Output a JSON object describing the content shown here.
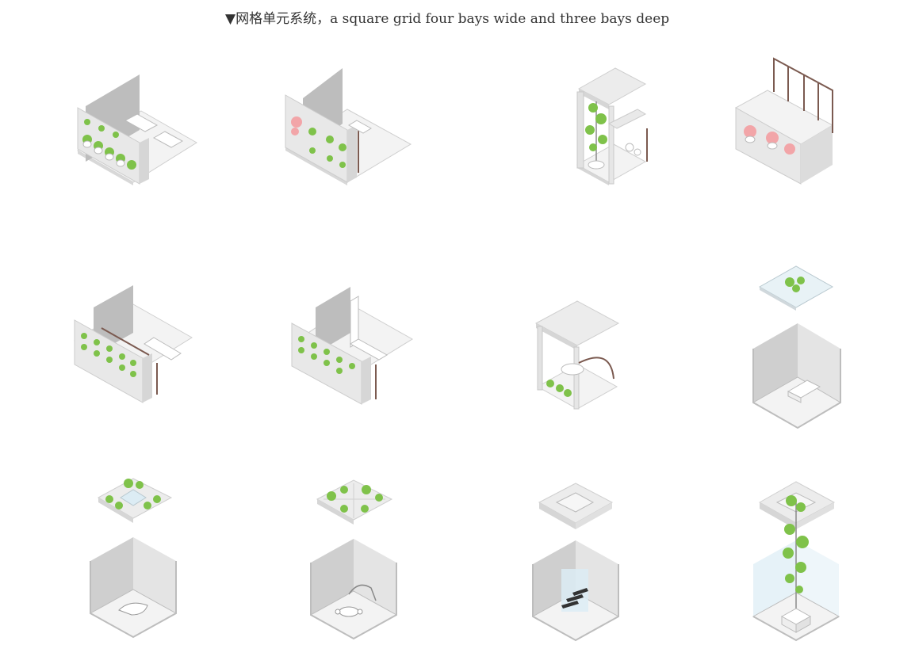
{
  "caption": "▼网格单元系统，a square grid four bays wide and three bays deep",
  "colors": {
    "floor": "#f2f2f2",
    "wall_light": "#e9e9e9",
    "wall_dark": "#c8c8c8",
    "wall_mid": "#dcdcdc",
    "edge": "#bdbdbd",
    "green": "#7fc24a",
    "green_dark": "#5ea634",
    "pink": "#f2a5a8",
    "frame_brown": "#7b5a50",
    "glass": "#dcecf4"
  },
  "cells": [
    {
      "row": 0,
      "col": 0,
      "icon": "plant-shelf-module-icon"
    },
    {
      "row": 0,
      "col": 1,
      "icon": "flower-shelf-module-icon"
    },
    {
      "row": 0,
      "col": 2,
      "icon": "two-level-tree-module-icon"
    },
    {
      "row": 0,
      "col": 3,
      "icon": "frame-flower-module-icon"
    },
    {
      "row": 1,
      "col": 0,
      "icon": "living-shelf-module-icon"
    },
    {
      "row": 1,
      "col": 1,
      "icon": "kitchen-shelf-module-icon"
    },
    {
      "row": 1,
      "col": 2,
      "icon": "bath-module-icon"
    },
    {
      "row": 1,
      "col": 3,
      "icon": "sofa-skylight-module-icon"
    },
    {
      "row": 2,
      "col": 0,
      "icon": "piano-garden-module-icon"
    },
    {
      "row": 2,
      "col": 1,
      "icon": "dining-garden-module-icon"
    },
    {
      "row": 2,
      "col": 2,
      "icon": "stair-module-icon"
    },
    {
      "row": 2,
      "col": 3,
      "icon": "tree-atrium-module-icon"
    }
  ]
}
